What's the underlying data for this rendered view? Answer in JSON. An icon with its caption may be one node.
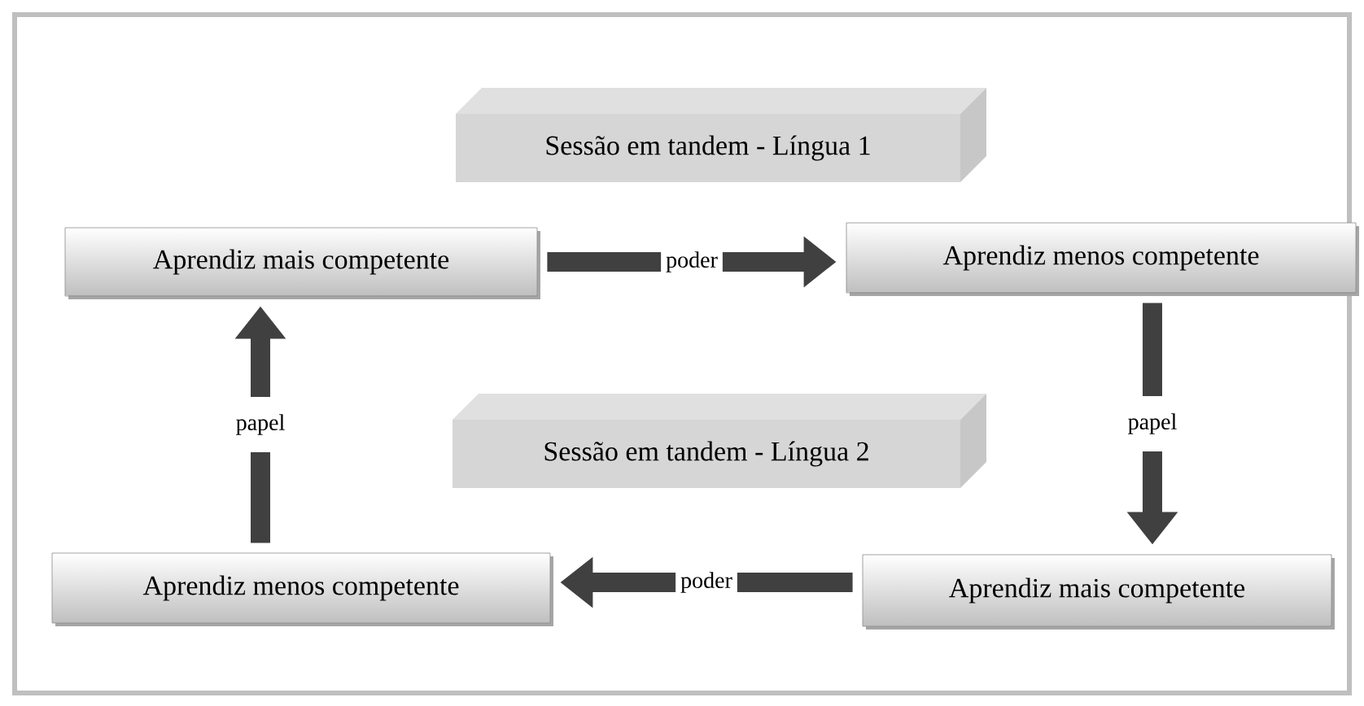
{
  "diagram": {
    "nodes": [
      {
        "text": [
          "Sessão em tandem - Língua 1"
        ]
      },
      {
        "text": [
          "Aprendiz mais competente"
        ]
      },
      {
        "text": [
          "Aprendiz menos competente"
        ]
      },
      {
        "text": [
          "Sessão em tandem - Língua 2"
        ]
      },
      {
        "text": [
          "Aprendiz menos competente"
        ]
      },
      {
        "text": [
          "Aprendiz mais competente"
        ]
      }
    ],
    "edges": [
      {
        "from": 1,
        "to": 2,
        "arrow": "to",
        "label": "poder"
      },
      {
        "from": 2,
        "to": 5,
        "arrow": "to",
        "label": "papel"
      },
      {
        "from": 5,
        "to": 4,
        "arrow": "to",
        "label": "poder"
      },
      {
        "from": 4,
        "to": 1,
        "arrow": "to",
        "label": "papel"
      }
    ]
  }
}
